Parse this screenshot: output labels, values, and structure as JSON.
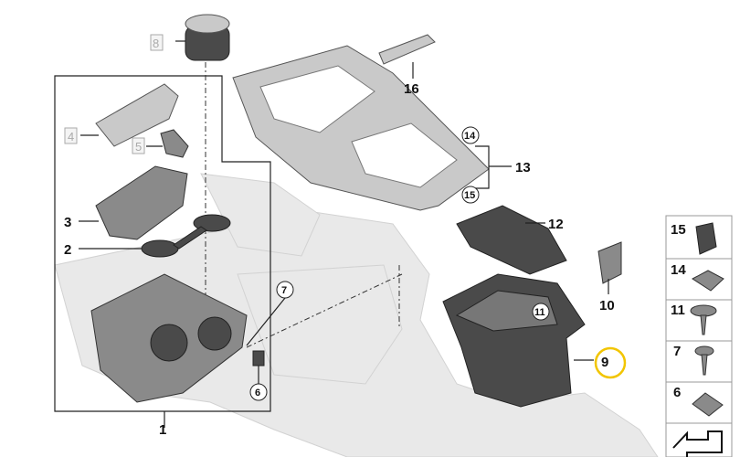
{
  "diagram": {
    "callouts": {
      "p1": "1",
      "p2": "2",
      "p3": "3",
      "p4": "4",
      "p5": "5",
      "p6": "6",
      "p7": "7",
      "p8": "8",
      "p9": "9",
      "p10": "10",
      "p11": "11",
      "p12": "12",
      "p13": "13",
      "p14": "14",
      "p15": "15",
      "p16": "16"
    },
    "highlight_color": "#f2c500",
    "highlighted_part": "9"
  },
  "legend": {
    "items": [
      {
        "label": "15",
        "icon": "clip-nut-icon"
      },
      {
        "label": "14",
        "icon": "spring-clip-icon"
      },
      {
        "label": "11",
        "icon": "collar-screw-icon"
      },
      {
        "label": "7",
        "icon": "screw-icon"
      },
      {
        "label": "6",
        "icon": "square-nut-icon"
      }
    ],
    "nav": "arrow-icon"
  }
}
